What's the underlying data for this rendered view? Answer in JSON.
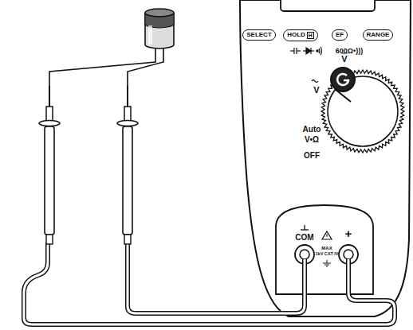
{
  "diagram": {
    "nodes": [
      {
        "text": [
          "SELECT"
        ]
      },
      {
        "text": [
          "HOLD",
          "H"
        ]
      },
      {
        "text": [
          "EF"
        ]
      },
      {
        "text": [
          "RANGE"
        ]
      }
    ],
    "labels": [
      "600Ω•)))",
      "V",
      "V",
      "Auto",
      "V•Ω",
      "OFF",
      "COM",
      "+",
      "MAX",
      "1kV CAT IV"
    ]
  }
}
